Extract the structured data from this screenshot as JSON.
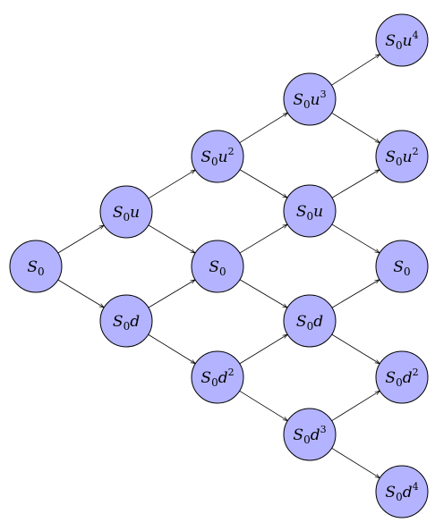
{
  "diagram": {
    "node_fill": "#b3b3ff",
    "node_stroke": "#000000",
    "edge_color": "#000000",
    "nodes": [
      {
        "id": "n00",
        "base": "S",
        "sub": "0",
        "factor": "",
        "exp": ""
      },
      {
        "id": "n11",
        "base": "S",
        "sub": "0",
        "factor": "u",
        "exp": ""
      },
      {
        "id": "n12",
        "base": "S",
        "sub": "0",
        "factor": "d",
        "exp": ""
      },
      {
        "id": "n21",
        "base": "S",
        "sub": "0",
        "factor": "u",
        "exp": "2"
      },
      {
        "id": "n22",
        "base": "S",
        "sub": "0",
        "factor": "",
        "exp": ""
      },
      {
        "id": "n23",
        "base": "S",
        "sub": "0",
        "factor": "d",
        "exp": "2"
      },
      {
        "id": "n31",
        "base": "S",
        "sub": "0",
        "factor": "u",
        "exp": "3"
      },
      {
        "id": "n32",
        "base": "S",
        "sub": "0",
        "factor": "u",
        "exp": ""
      },
      {
        "id": "n33",
        "base": "S",
        "sub": "0",
        "factor": "d",
        "exp": ""
      },
      {
        "id": "n34",
        "base": "S",
        "sub": "0",
        "factor": "d",
        "exp": "3"
      },
      {
        "id": "n41",
        "base": "S",
        "sub": "0",
        "factor": "u",
        "exp": "4"
      },
      {
        "id": "n42",
        "base": "S",
        "sub": "0",
        "factor": "u",
        "exp": "2"
      },
      {
        "id": "n43",
        "base": "S",
        "sub": "0",
        "factor": "",
        "exp": ""
      },
      {
        "id": "n44",
        "base": "S",
        "sub": "0",
        "factor": "d",
        "exp": "2"
      },
      {
        "id": "n45",
        "base": "S",
        "sub": "0",
        "factor": "d",
        "exp": "4"
      }
    ],
    "edges": [
      [
        "n00",
        "n11"
      ],
      [
        "n00",
        "n12"
      ],
      [
        "n11",
        "n21"
      ],
      [
        "n11",
        "n22"
      ],
      [
        "n12",
        "n22"
      ],
      [
        "n12",
        "n23"
      ],
      [
        "n21",
        "n31"
      ],
      [
        "n21",
        "n32"
      ],
      [
        "n22",
        "n32"
      ],
      [
        "n22",
        "n33"
      ],
      [
        "n23",
        "n33"
      ],
      [
        "n23",
        "n34"
      ],
      [
        "n31",
        "n41"
      ],
      [
        "n31",
        "n42"
      ],
      [
        "n32",
        "n42"
      ],
      [
        "n32",
        "n43"
      ],
      [
        "n33",
        "n43"
      ],
      [
        "n33",
        "n44"
      ],
      [
        "n34",
        "n44"
      ],
      [
        "n34",
        "n45"
      ]
    ]
  }
}
